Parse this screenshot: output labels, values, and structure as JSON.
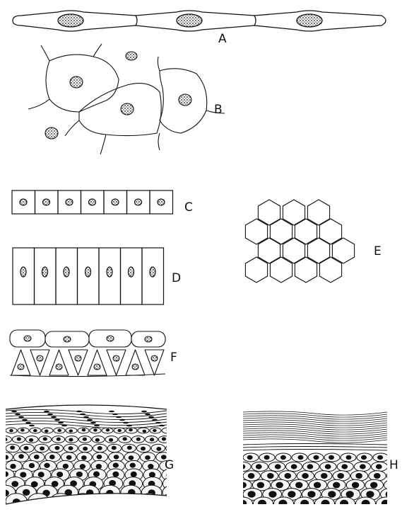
{
  "figure": {
    "ink_color": "#111111",
    "paper_color": "#ffffff",
    "nucleus_fill": "#2a2a2a",
    "panels": {
      "A": {
        "label": "A"
      },
      "B": {
        "label": "B"
      },
      "C": {
        "label": "C"
      },
      "D": {
        "label": "D"
      },
      "E": {
        "label": "E"
      },
      "F": {
        "label": "F"
      },
      "G": {
        "label": "G"
      },
      "H": {
        "label": "H"
      }
    }
  }
}
